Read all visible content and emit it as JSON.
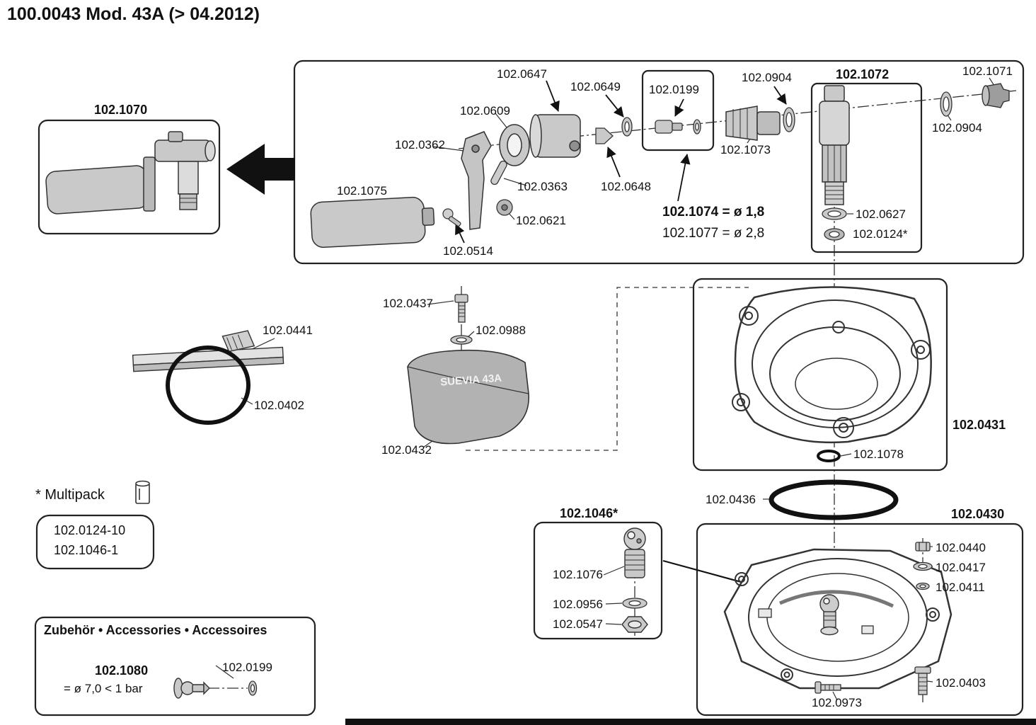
{
  "title": "100.0043 Mod. 43A (> 04.2012)",
  "float_assembly": {
    "label": "102.1070"
  },
  "main_assembly": {
    "p0362": "102.0362",
    "p0363": "102.0363",
    "p0514": "102.0514",
    "p0609": "102.0609",
    "p0621": "102.0621",
    "p0647": "102.0647",
    "p0648": "102.0648",
    "p0649": "102.0649",
    "p1075": "102.1075",
    "p0199": "102.0199",
    "p0904_left": "102.0904",
    "p1073": "102.1073",
    "p1072": "102.1072",
    "p0627": "102.0627",
    "p0124": "102.0124*",
    "p0904_right": "102.0904",
    "p1071": "102.1071",
    "p1074_line": "102.1074 = ø 1,8",
    "p1077_line": "102.1077 = ø 2,8"
  },
  "middle": {
    "p0437": "102.0437",
    "p0988": "102.0988",
    "p0441": "102.0441",
    "p0402": "102.0402",
    "p0432": "102.0432",
    "cover_brand": "SUEVIA 43A",
    "p0431": "102.0431",
    "p1078": "102.1078",
    "p0436": "102.0436"
  },
  "bottom": {
    "p1046": "102.1046*",
    "p1076": "102.1076",
    "p0956": "102.0956",
    "p0547": "102.0547",
    "p0430": "102.0430",
    "p0440": "102.0440",
    "p0417": "102.0417",
    "p0411": "102.0411",
    "p0403": "102.0403",
    "p0973": "102.0973"
  },
  "multipack": {
    "title": "* Multipack",
    "items": [
      "102.0124-10",
      "102.1046-1"
    ]
  },
  "accessories": {
    "title": "Zubehör • Accessories • Accessoires",
    "p1080": "102.1080",
    "spec": "= ø 7,0 < 1 bar",
    "p0199": "102.0199"
  }
}
